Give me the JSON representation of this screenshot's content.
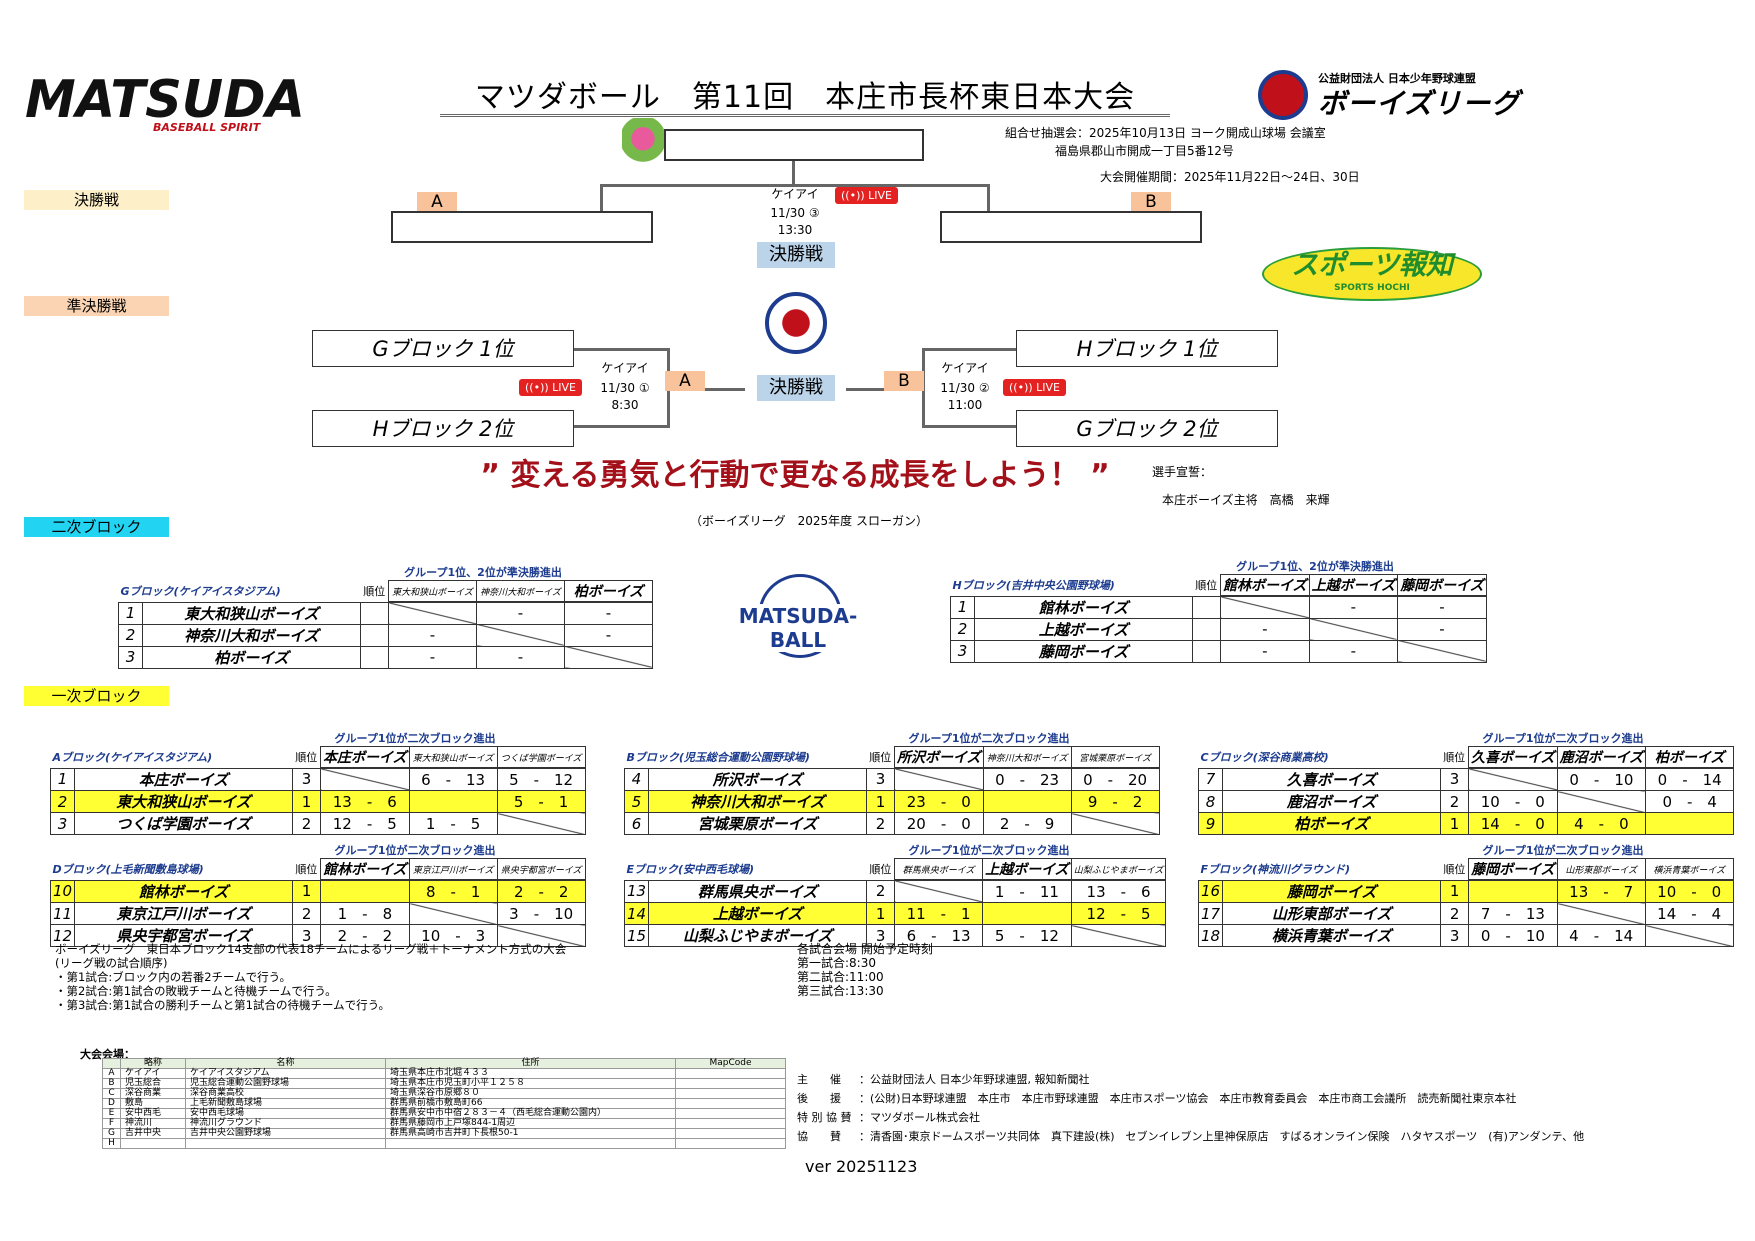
{
  "header": {
    "logo_text": "MATSUDA",
    "logo_sub": "BASEBALL SPIRIT",
    "title": "マツダボール　第11回　本庄市長杯東日本大会",
    "league_org": "公益財団法人 日本少年野球連盟",
    "league_name": "ボーイズリーグ",
    "draw_line1": "組合せ抽選会：2025年10月13日 ヨーク開成山球場 会議室",
    "draw_line2": "福島県郡山市開成一丁目5番12号",
    "period": "大会開催期間：2025年11月22日～24日、30日",
    "hochi_main": "スポーツ報知",
    "hochi_sub": "SPORTS HOCHI"
  },
  "sections": {
    "final": "決勝戦",
    "semi": "準決勝戦",
    "second": "二次ブロック",
    "first": "一次ブロック"
  },
  "bracket": {
    "final_tag": "決勝戦",
    "final_venue": "ケイアイ",
    "final_date": "11/30 ③",
    "final_time": "13:30",
    "live": "LIVE",
    "a": "A",
    "b": "B",
    "semi_a_top": "Gブロック 1位",
    "semi_a_bottom": "Hブロック 2位",
    "semi_a_venue": "ケイアイ",
    "semi_a_date": "11/30 ①",
    "semi_a_time": "8:30",
    "semi_b_top": "Hブロック 1位",
    "semi_b_bottom": "Gブロック 2位",
    "semi_b_venue": "ケイアイ",
    "semi_b_date": "11/30 ②",
    "semi_b_time": "11:00"
  },
  "slogan": {
    "text": "” 変える勇気と行動で更なる成長をしよう！ ”",
    "caption": "（ボーイズリーグ　2025年度 スローガン）",
    "oath_label": "選手宣誓：",
    "oath_person": "本庄ボーイズ主将　高橋　来輝"
  },
  "matsuda_ball": "MATSUDA-BALL",
  "second_blocks": [
    {
      "caption": "グループ1位、2位が準決勝進出",
      "name": "Gブロック(ケイアイスタジアム)",
      "rank_label": "順位",
      "opponents": [
        "東大和狭山ボーイズ",
        "神奈川大和ボーイズ",
        "柏ボーイズ"
      ],
      "rows": [
        {
          "num": "1",
          "team": "東大和狭山ボーイズ",
          "rank": "",
          "scores": [
            "",
            "-",
            "-"
          ]
        },
        {
          "num": "2",
          "team": "神奈川大和ボーイズ",
          "rank": "",
          "scores": [
            "-",
            "",
            "-"
          ]
        },
        {
          "num": "3",
          "team": "柏ボーイズ",
          "rank": "",
          "scores": [
            "-",
            "-",
            ""
          ]
        }
      ]
    },
    {
      "caption": "グループ1位、2位が準決勝進出",
      "name": "Hブロック(吉井中央公園野球場)",
      "rank_label": "順位",
      "opponents": [
        "館林ボーイズ",
        "上越ボーイズ",
        "藤岡ボーイズ"
      ],
      "rows": [
        {
          "num": "1",
          "team": "館林ボーイズ",
          "rank": "",
          "scores": [
            "",
            "-",
            "-"
          ]
        },
        {
          "num": "2",
          "team": "上越ボーイズ",
          "rank": "",
          "scores": [
            "-",
            "",
            "-"
          ]
        },
        {
          "num": "3",
          "team": "藤岡ボーイズ",
          "rank": "",
          "scores": [
            "-",
            "-",
            ""
          ]
        }
      ]
    }
  ],
  "first_blocks": [
    {
      "caption": "グループ1位が二次ブロック進出",
      "name": "Aブロック(ケイアイスタジアム)",
      "rank_label": "順位",
      "opponents": [
        "本庄ボーイズ",
        "東大和狭山ボーイズ",
        "つくば学園ボーイズ"
      ],
      "rows": [
        {
          "num": "1",
          "team": "本庄ボーイズ",
          "rank": "3",
          "scores": [
            "",
            "6　-　13",
            "5　-　12"
          ],
          "hl": false
        },
        {
          "num": "2",
          "team": "東大和狭山ボーイズ",
          "rank": "1",
          "scores": [
            "13　-　6",
            "",
            "5　-　1"
          ],
          "hl": true
        },
        {
          "num": "3",
          "team": "つくば学園ボーイズ",
          "rank": "2",
          "scores": [
            "12　-　5",
            "1　-　5",
            ""
          ],
          "hl": false
        }
      ]
    },
    {
      "caption": "グループ1位が二次ブロック進出",
      "name": "Bブロック(児玉総合運動公園野球場)",
      "rank_label": "順位",
      "opponents": [
        "所沢ボーイズ",
        "神奈川大和ボーイズ",
        "宮城栗原ボーイズ"
      ],
      "rows": [
        {
          "num": "4",
          "team": "所沢ボーイズ",
          "rank": "3",
          "scores": [
            "",
            "0　-　23",
            "0　-　20"
          ],
          "hl": false
        },
        {
          "num": "5",
          "team": "神奈川大和ボーイズ",
          "rank": "1",
          "scores": [
            "23　-　0",
            "",
            "9　-　2"
          ],
          "hl": true
        },
        {
          "num": "6",
          "team": "宮城栗原ボーイズ",
          "rank": "2",
          "scores": [
            "20　-　0",
            "2　-　9",
            ""
          ],
          "hl": false
        }
      ]
    },
    {
      "caption": "グループ1位が二次ブロック進出",
      "name": "Cブロック(深谷商業高校)",
      "rank_label": "順位",
      "opponents": [
        "久喜ボーイズ",
        "鹿沼ボーイズ",
        "柏ボーイズ"
      ],
      "rows": [
        {
          "num": "7",
          "team": "久喜ボーイズ",
          "rank": "3",
          "scores": [
            "",
            "0　-　10",
            "0　-　14"
          ],
          "hl": false
        },
        {
          "num": "8",
          "team": "鹿沼ボーイズ",
          "rank": "2",
          "scores": [
            "10　-　0",
            "",
            "0　-　4"
          ],
          "hl": false
        },
        {
          "num": "9",
          "team": "柏ボーイズ",
          "rank": "1",
          "scores": [
            "14　-　0",
            "4　-　0",
            ""
          ],
          "hl": true
        }
      ]
    },
    {
      "caption": "グループ1位が二次ブロック進出",
      "name": "Dブロック(上毛新聞敷島球場)",
      "rank_label": "順位",
      "opponents": [
        "館林ボーイズ",
        "東京江戸川ボーイズ",
        "県央宇都宮ボーイズ"
      ],
      "rows": [
        {
          "num": "10",
          "team": "館林ボーイズ",
          "rank": "1",
          "scores": [
            "",
            "8　-　1",
            "2　-　2"
          ],
          "hl": true
        },
        {
          "num": "11",
          "team": "東京江戸川ボーイズ",
          "rank": "2",
          "scores": [
            "1　-　8",
            "",
            "3　-　10"
          ],
          "hl": false
        },
        {
          "num": "12",
          "team": "県央宇都宮ボーイズ",
          "rank": "3",
          "scores": [
            "2　-　2",
            "10　-　3",
            ""
          ],
          "hl": false
        }
      ]
    },
    {
      "caption": "グループ1位が二次ブロック進出",
      "name": "Eブロック(安中西毛球場)",
      "rank_label": "順位",
      "opponents": [
        "群馬県央ボーイズ",
        "上越ボーイズ",
        "山梨ふじやまボーイズ"
      ],
      "rows": [
        {
          "num": "13",
          "team": "群馬県央ボーイズ",
          "rank": "2",
          "scores": [
            "",
            "1　-　11",
            "13　-　6"
          ],
          "hl": false
        },
        {
          "num": "14",
          "team": "上越ボーイズ",
          "rank": "1",
          "scores": [
            "11　-　1",
            "",
            "12　-　5"
          ],
          "hl": true
        },
        {
          "num": "15",
          "team": "山梨ふじやまボーイズ",
          "rank": "3",
          "scores": [
            "6　-　13",
            "5　-　12",
            ""
          ],
          "hl": false
        }
      ]
    },
    {
      "caption": "グループ1位が二次ブロック進出",
      "name": "Fブロック(神流川グラウンド)",
      "rank_label": "順位",
      "opponents": [
        "藤岡ボーイズ",
        "山形東部ボーイズ",
        "横浜青葉ボーイズ"
      ],
      "rows": [
        {
          "num": "16",
          "team": "藤岡ボーイズ",
          "rank": "1",
          "scores": [
            "",
            "13　-　7",
            "10　-　0"
          ],
          "hl": true
        },
        {
          "num": "17",
          "team": "山形東部ボーイズ",
          "rank": "2",
          "scores": [
            "7　-　13",
            "",
            "14　-　4"
          ],
          "hl": false
        },
        {
          "num": "18",
          "team": "横浜青葉ボーイズ",
          "rank": "3",
          "scores": [
            "0　-　10",
            "4　-　14",
            ""
          ],
          "hl": false
        }
      ]
    }
  ],
  "notes": {
    "lines": [
      "ボーイズリーグ　東日本ブロック14支部の代表18チームによるリーグ戦＋トーナメント方式の大会",
      "(リーグ戦の試合順序)",
      "・第1試合:ブロック内の若番2チームで行う。",
      "・第2試合:第1試合の敗戦チームと待機チームで行う。",
      "・第3試合:第1試合の勝利チームと第1試合の待機チームで行う。"
    ],
    "times": [
      "各試合会場 開始予定時刻",
      "第一試合:8:30",
      "第二試合:11:00",
      "第三試合:13:30"
    ]
  },
  "venues": {
    "label": "大会会場：",
    "headers": [
      "",
      "略称",
      "名称",
      "住所",
      "MapCode"
    ],
    "rows": [
      [
        "A",
        "ケイアイ",
        "ケイアイスタジアム",
        "埼玉県本庄市北堀４３３",
        ""
      ],
      [
        "B",
        "児玉総合",
        "児玉総合運動公園野球場",
        "埼玉県本庄市児玉町小平１２５８",
        ""
      ],
      [
        "C",
        "深谷商業",
        "深谷商業高校",
        "埼玉県深谷市原郷８０",
        ""
      ],
      [
        "D",
        "敷島",
        "上毛新聞敷島球場",
        "群馬県前橋市敷島町66",
        ""
      ],
      [
        "E",
        "安中西毛",
        "安中西毛球場",
        "群馬県安中市中宿２８３－４（西毛総合運動公園内）",
        ""
      ],
      [
        "F",
        "神流川",
        "神流川グラウンド",
        "群馬県藤岡市上戸塚844-1周辺",
        ""
      ],
      [
        "G",
        "吉井中央",
        "吉井中央公園野球場",
        "群馬県高崎市吉井町下長根50-1",
        ""
      ],
      [
        "H",
        "",
        "",
        "",
        ""
      ]
    ]
  },
  "sponsors": [
    {
      "label": "主　　催",
      "text": "：公益財団法人 日本少年野球連盟, 報知新聞社"
    },
    {
      "label": "後　　援",
      "text": "：(公財)日本野球連盟　本庄市　本庄市野球連盟　本庄市スポーツ協会　本庄市教育委員会　本庄市商工会議所　読売新聞社東京本社"
    },
    {
      "label": "特 別 協 賛",
      "text": "：マツダボール株式会社"
    },
    {
      "label": "協　　賛",
      "text": "：清香園･東京ドームスポーツ共同体　真下建設(株)　セブンイレブン上里神保原店　すばるオンライン保険　ハタヤスポーツ　(有)アンダンテ、他"
    }
  ],
  "version": "ver 20251123",
  "colors": {
    "live": "#e52222",
    "highlight": "#ffff33",
    "tag": "#f8c39a",
    "final_tag": "#bcd4ea"
  }
}
